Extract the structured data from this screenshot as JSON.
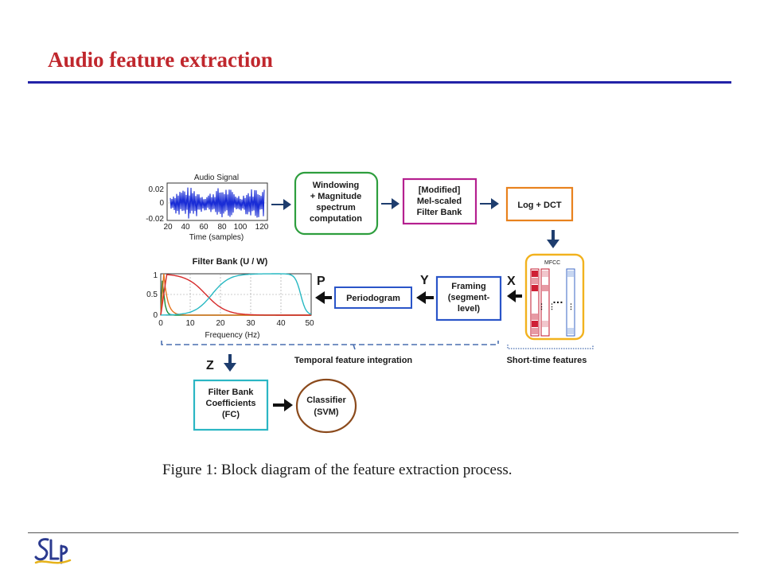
{
  "slide": {
    "title": "Audio feature extraction"
  },
  "figure": {
    "caption": "Figure 1:  Block diagram of the feature extraction process.",
    "audio_plot": {
      "title": "Audio Signal",
      "ylabels": [
        "0.02",
        "0",
        "-0.02"
      ],
      "xlabels": [
        "20",
        "40",
        "60",
        "80",
        "100",
        "120"
      ],
      "xlabel": "Time (samples)"
    },
    "blocks": {
      "windowing": [
        "Windowing",
        "+ Magnitude",
        "spectrum",
        "computation"
      ],
      "melbank": [
        "[Modified]",
        "Mel-scaled",
        "Filter Bank"
      ],
      "logdct": "Log + DCT",
      "mfcc": "MFCC",
      "framing": [
        "Framing",
        "(segment-",
        "level)"
      ],
      "periodogram": "Periodogram",
      "fc": [
        "Filter Bank",
        "Coefficients",
        "(FC)"
      ],
      "classifier": [
        "Classifier",
        "(SVM)"
      ]
    },
    "filterbank_plot": {
      "title": "Filter Bank (U / W)",
      "ylabels": [
        "1",
        "0.5",
        "0"
      ],
      "xlabels": [
        "0",
        "10",
        "20",
        "30",
        "40",
        "50"
      ],
      "xlabel": "Frequency (Hz)"
    },
    "labels": {
      "x": "X",
      "y": "Y",
      "p": "P",
      "z": "Z"
    },
    "braces": {
      "temporal": "Temporal feature integration",
      "shorttime": "Short-time features"
    },
    "colors": {
      "windowing": "#2e9e3e",
      "melbank": "#b5208f",
      "logdct": "#e8821e",
      "mfcc": "#f2b21e",
      "framing": "#2a55c8",
      "periodogram": "#2a55c8",
      "fc": "#2bb6c4",
      "classifier": "#8b4a1c",
      "arrow": "#1e3d6e"
    }
  }
}
